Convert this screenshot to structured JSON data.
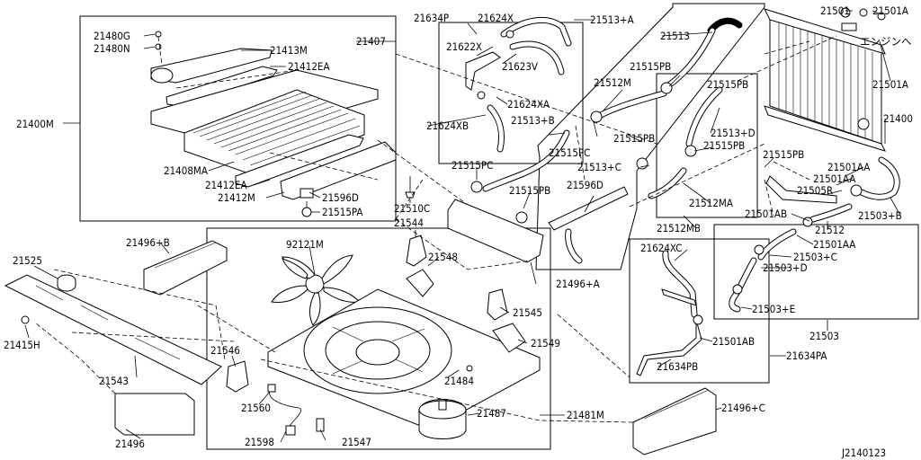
{
  "diagram": {
    "drawing_code": "J2140123",
    "labels": {
      "l_21480g": "21480G",
      "l_21480n": "21480N",
      "l_21413m": "21413M",
      "l_21412ea_top": "21412EA",
      "l_21407": "21407",
      "l_21400m": "21400M",
      "l_21408ma": "21408MA",
      "l_21412ea_bot": "21412EA",
      "l_21412m": "21412M",
      "l_21596d_left": "21596D",
      "l_21515pa": "21515PA",
      "l_21510c": "21510C",
      "l_21634p": "21634P",
      "l_21624x": "21624X",
      "l_21622x": "21622X",
      "l_21623v": "21623V",
      "l_21624xa": "21624XA",
      "l_21624xb": "21624XB",
      "l_21513a": "21513+A",
      "l_21513": "21513",
      "l_21515pb_1": "21515PB",
      "l_21512m": "21512M",
      "l_21513b": "21513+B",
      "l_21515pc_1": "21515PC",
      "l_21515pc_2": "21515PC",
      "l_21515pb_2": "21515PB",
      "l_21515pb_3": "21515PB",
      "l_21513d": "21513+D",
      "l_21515pb_4": "21515PB",
      "l_21513c": "21513+C",
      "l_21515pb_5": "21515PB",
      "l_21596d_mid": "21596D",
      "l_21512ma": "21512MA",
      "l_21512mb": "21512MB",
      "l_21515pb_6": "21515PB",
      "l_21501": "21501",
      "l_21501a_top": "21501A",
      "l_engine": "エンジンへ",
      "l_21501a_mid": "21501A",
      "l_21400": "21400",
      "l_21501aa_1": "21501AA",
      "l_21501aa_2": "21501AA",
      "l_21505r": "21505R",
      "l_21503b": "21503+B",
      "l_21501ab_right": "21501AB",
      "l_21512": "21512",
      "l_21501aa_3": "21501AA",
      "l_21503c": "21503+C",
      "l_21503d": "21503+D",
      "l_21503e": "21503+E",
      "l_21503": "21503",
      "l_21496b": "21496+B",
      "l_21525": "21525",
      "l_21415h": "21415H",
      "l_21543": "21543",
      "l_21496": "21496",
      "l_21544": "21544",
      "l_21548": "21548",
      "l_92121m": "92121M",
      "l_21545": "21545",
      "l_21549": "21549",
      "l_21546": "21546",
      "l_21560": "21560",
      "l_21484": "21484",
      "l_21487": "21487",
      "l_21481m": "21481M",
      "l_21598": "21598",
      "l_21547": "21547",
      "l_21496a": "21496+A",
      "l_21624xc": "21624XC",
      "l_21501ab_bot": "21501AB",
      "l_21634pb": "21634PB",
      "l_21634pa": "21634PA",
      "l_21496c": "21496+C"
    }
  }
}
